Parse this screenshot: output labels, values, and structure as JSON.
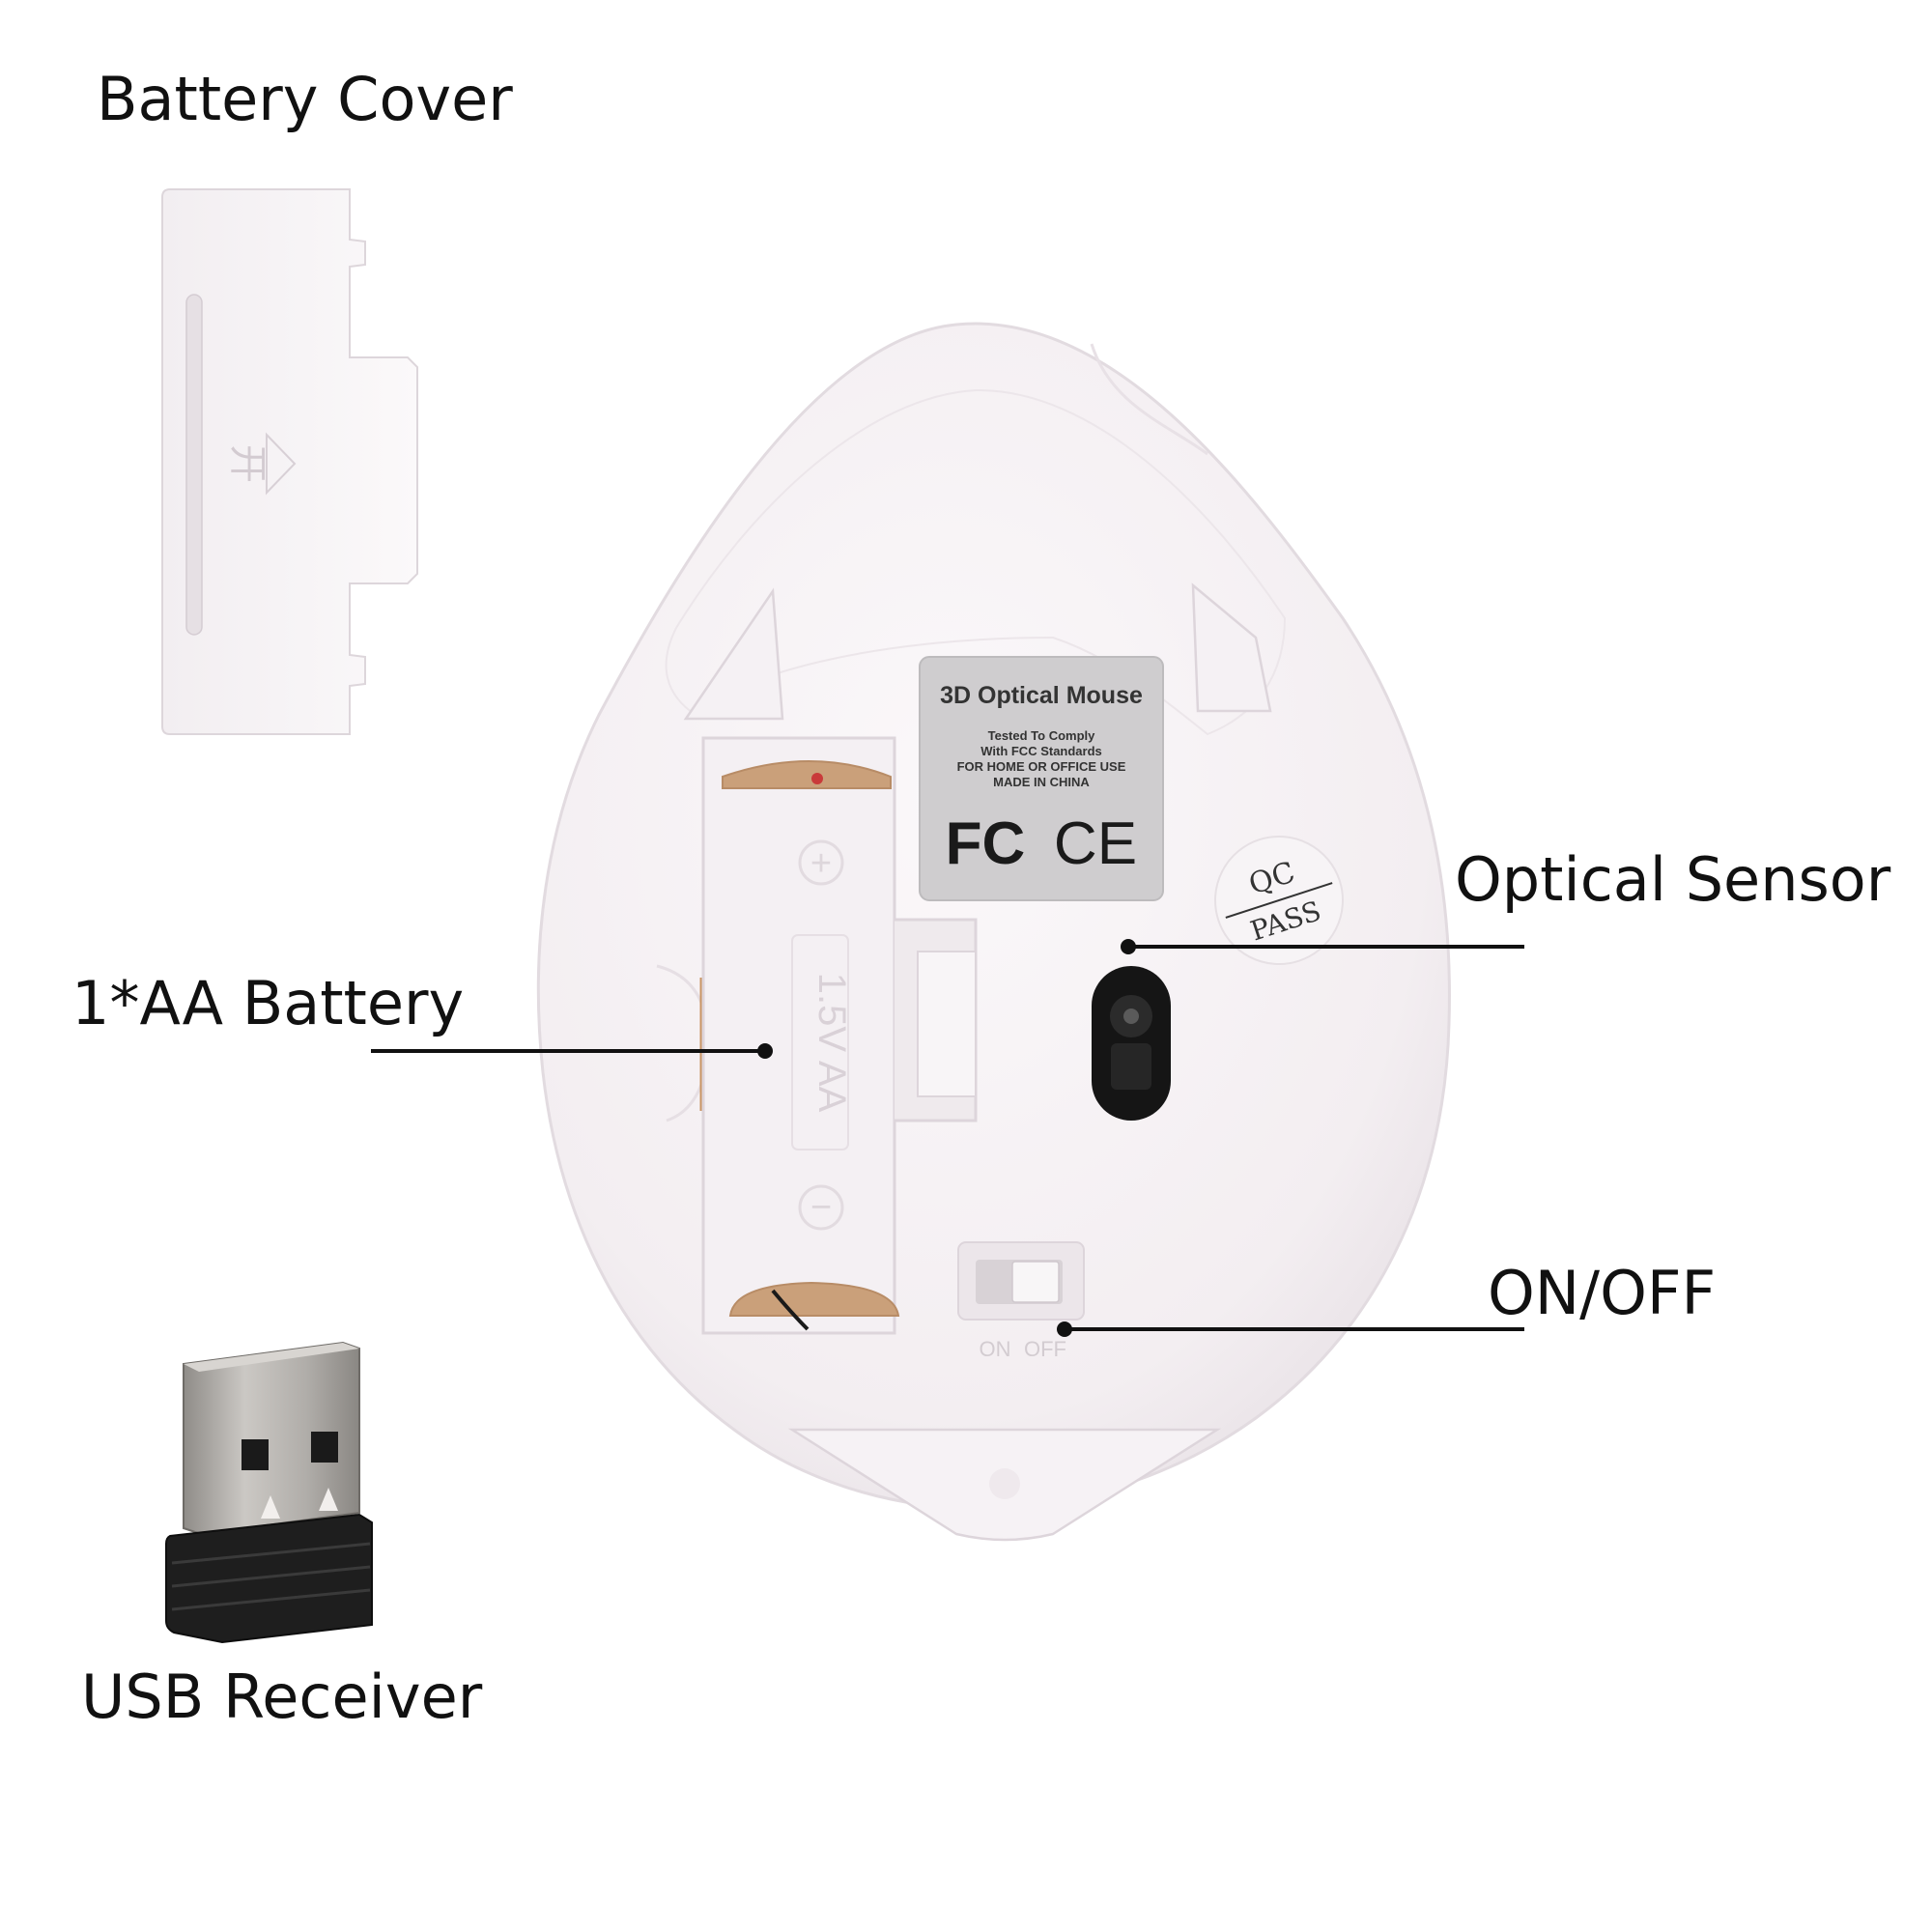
{
  "callouts": {
    "battery_cover": "Battery Cover",
    "aa_battery": "1*AA Battery",
    "optical_sensor": "Optical Sensor",
    "on_off": "ON/OFF",
    "usb_receiver": "USB Receiver"
  },
  "mouse_label": {
    "title": "3D Optical Mouse",
    "line1": "Tested To Comply",
    "line2": "With FCC Standards",
    "line3": "FOR HOME OR OFFICE USE",
    "line4": "MADE IN CHINA",
    "mark_fc": "FC",
    "mark_ce": "CE"
  },
  "qc_sticker": {
    "top": "QC",
    "bottom": "PASS"
  },
  "battery_bay": {
    "spec": "1.5V AA",
    "plus": "+",
    "minus": "−"
  },
  "switch_marking": {
    "on": "ON",
    "off": "OFF"
  },
  "cover_arrow_mark": "开",
  "colors": {
    "background": "#ffffff",
    "mouse_body": "#f4eff2",
    "label_grey": "#cfcdcf",
    "leader_line": "#111111",
    "usb_plug": "#b4b1ad",
    "usb_body": "#1c1c1c"
  }
}
